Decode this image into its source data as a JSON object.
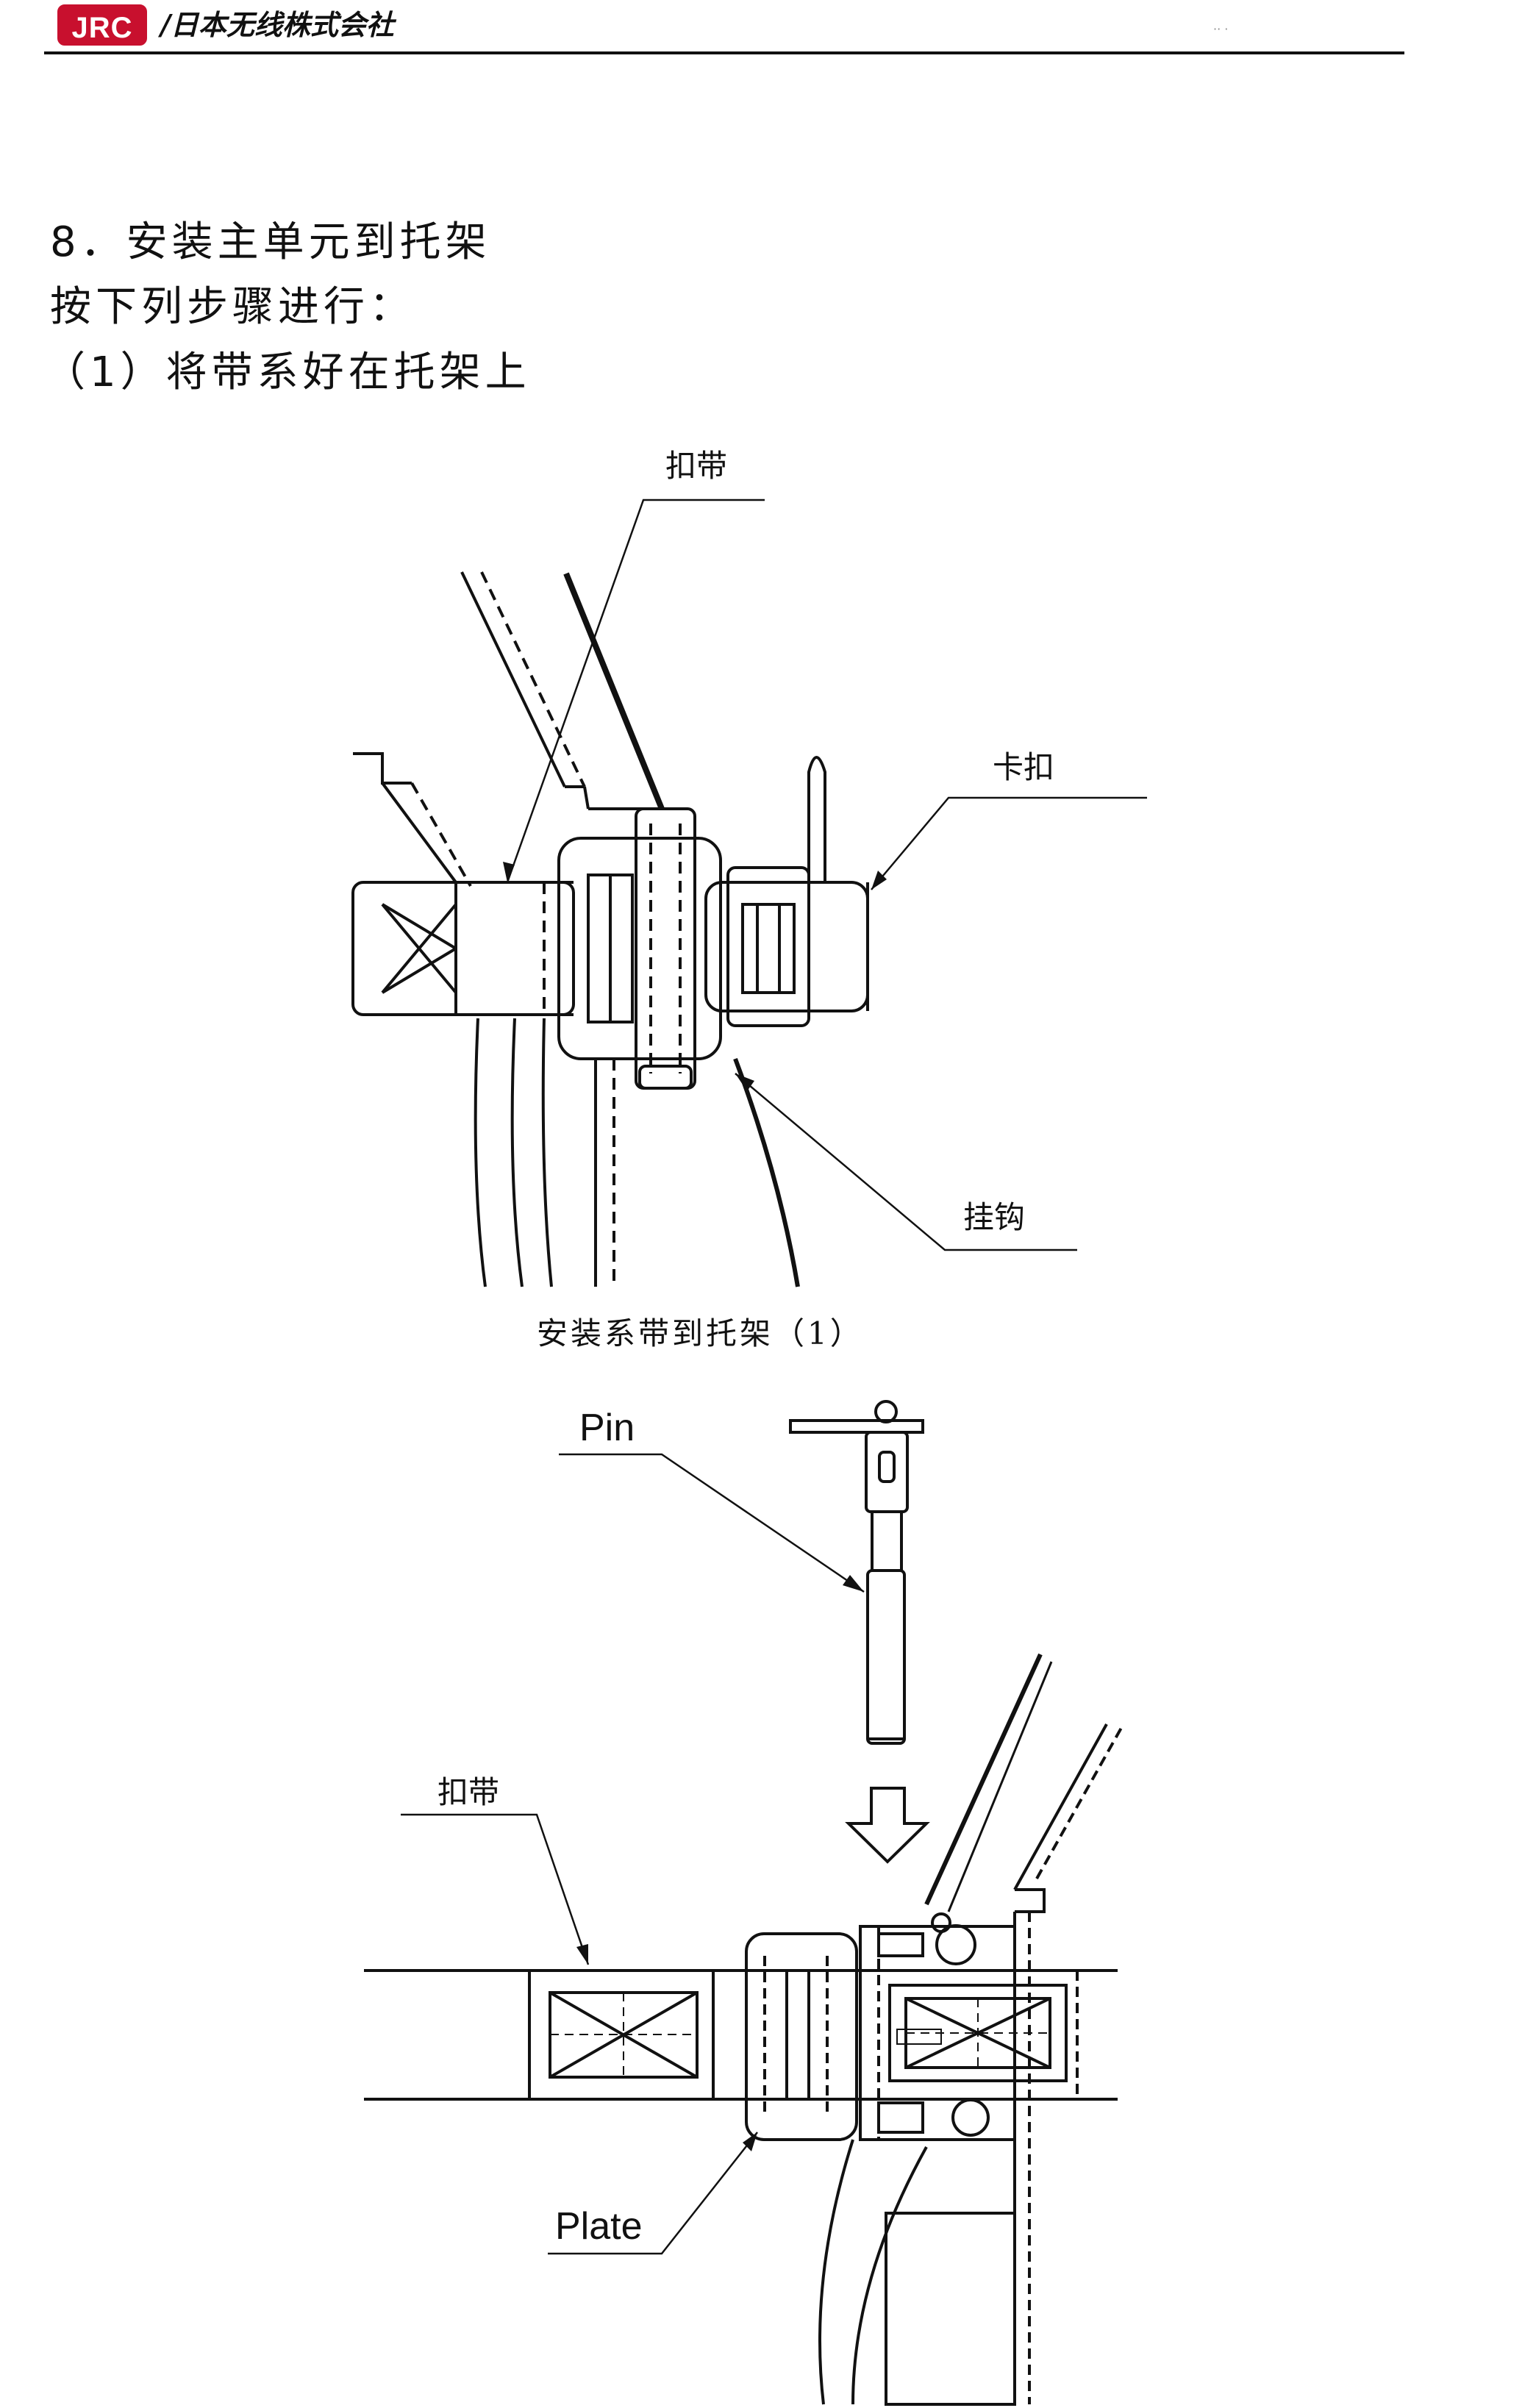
{
  "header": {
    "logo": "JRC",
    "company": "/日本无线株式会社"
  },
  "content": {
    "heading": "8．安装主单元到托架",
    "intro": "按下列步骤进行：",
    "step1": "（1）将带系好在托架上"
  },
  "figure1": {
    "label_strap": "扣带",
    "label_buckle": "卡扣",
    "label_hook": "挂钩",
    "caption": "安装系带到托架（1）"
  },
  "figure2": {
    "label_pin": "Pin",
    "label_strap": "扣带",
    "label_plate": "Plate"
  }
}
